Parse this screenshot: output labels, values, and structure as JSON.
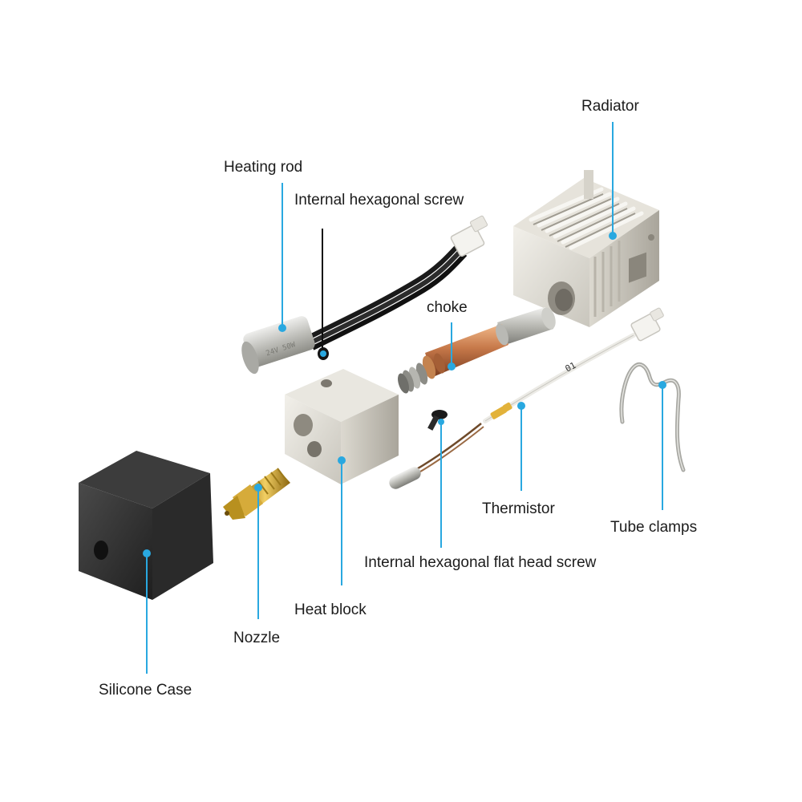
{
  "diagram": {
    "leader_color": "#29a8e0",
    "labels": {
      "radiator": "Radiator",
      "heating_rod": "Heating rod",
      "internal_hex_screw": "Internal hexagonal screw",
      "choke": "choke",
      "thermistor": "Thermistor",
      "tube_clamps": "Tube clamps",
      "flat_head_screw": "Internal hexagonal flat head screw",
      "heat_block": "Heat block",
      "nozzle": "Nozzle",
      "silicone_case": "Silicone Case"
    },
    "heating_rod_marking": "24V 50W",
    "thermistor_marking": "01"
  }
}
